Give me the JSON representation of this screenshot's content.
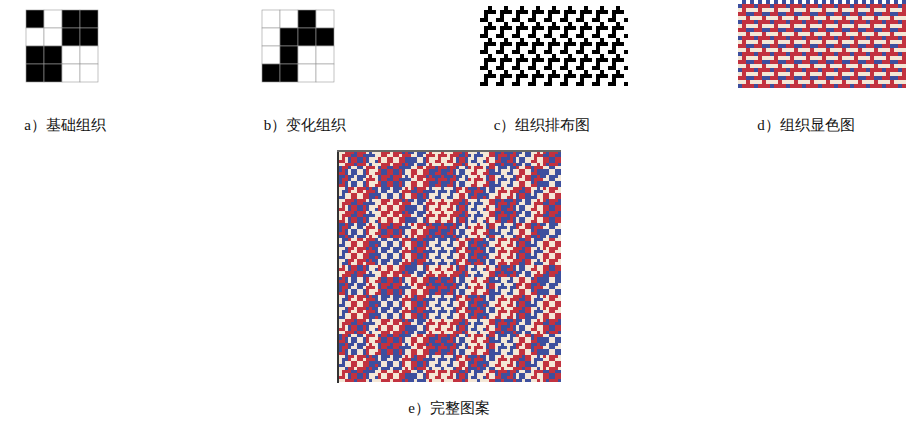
{
  "diagram": {
    "labels": [
      "a）基础组织",
      "b）变化组织",
      "c）组织排布图",
      "d）组织显色图",
      "e）完整图案"
    ]
  }
}
